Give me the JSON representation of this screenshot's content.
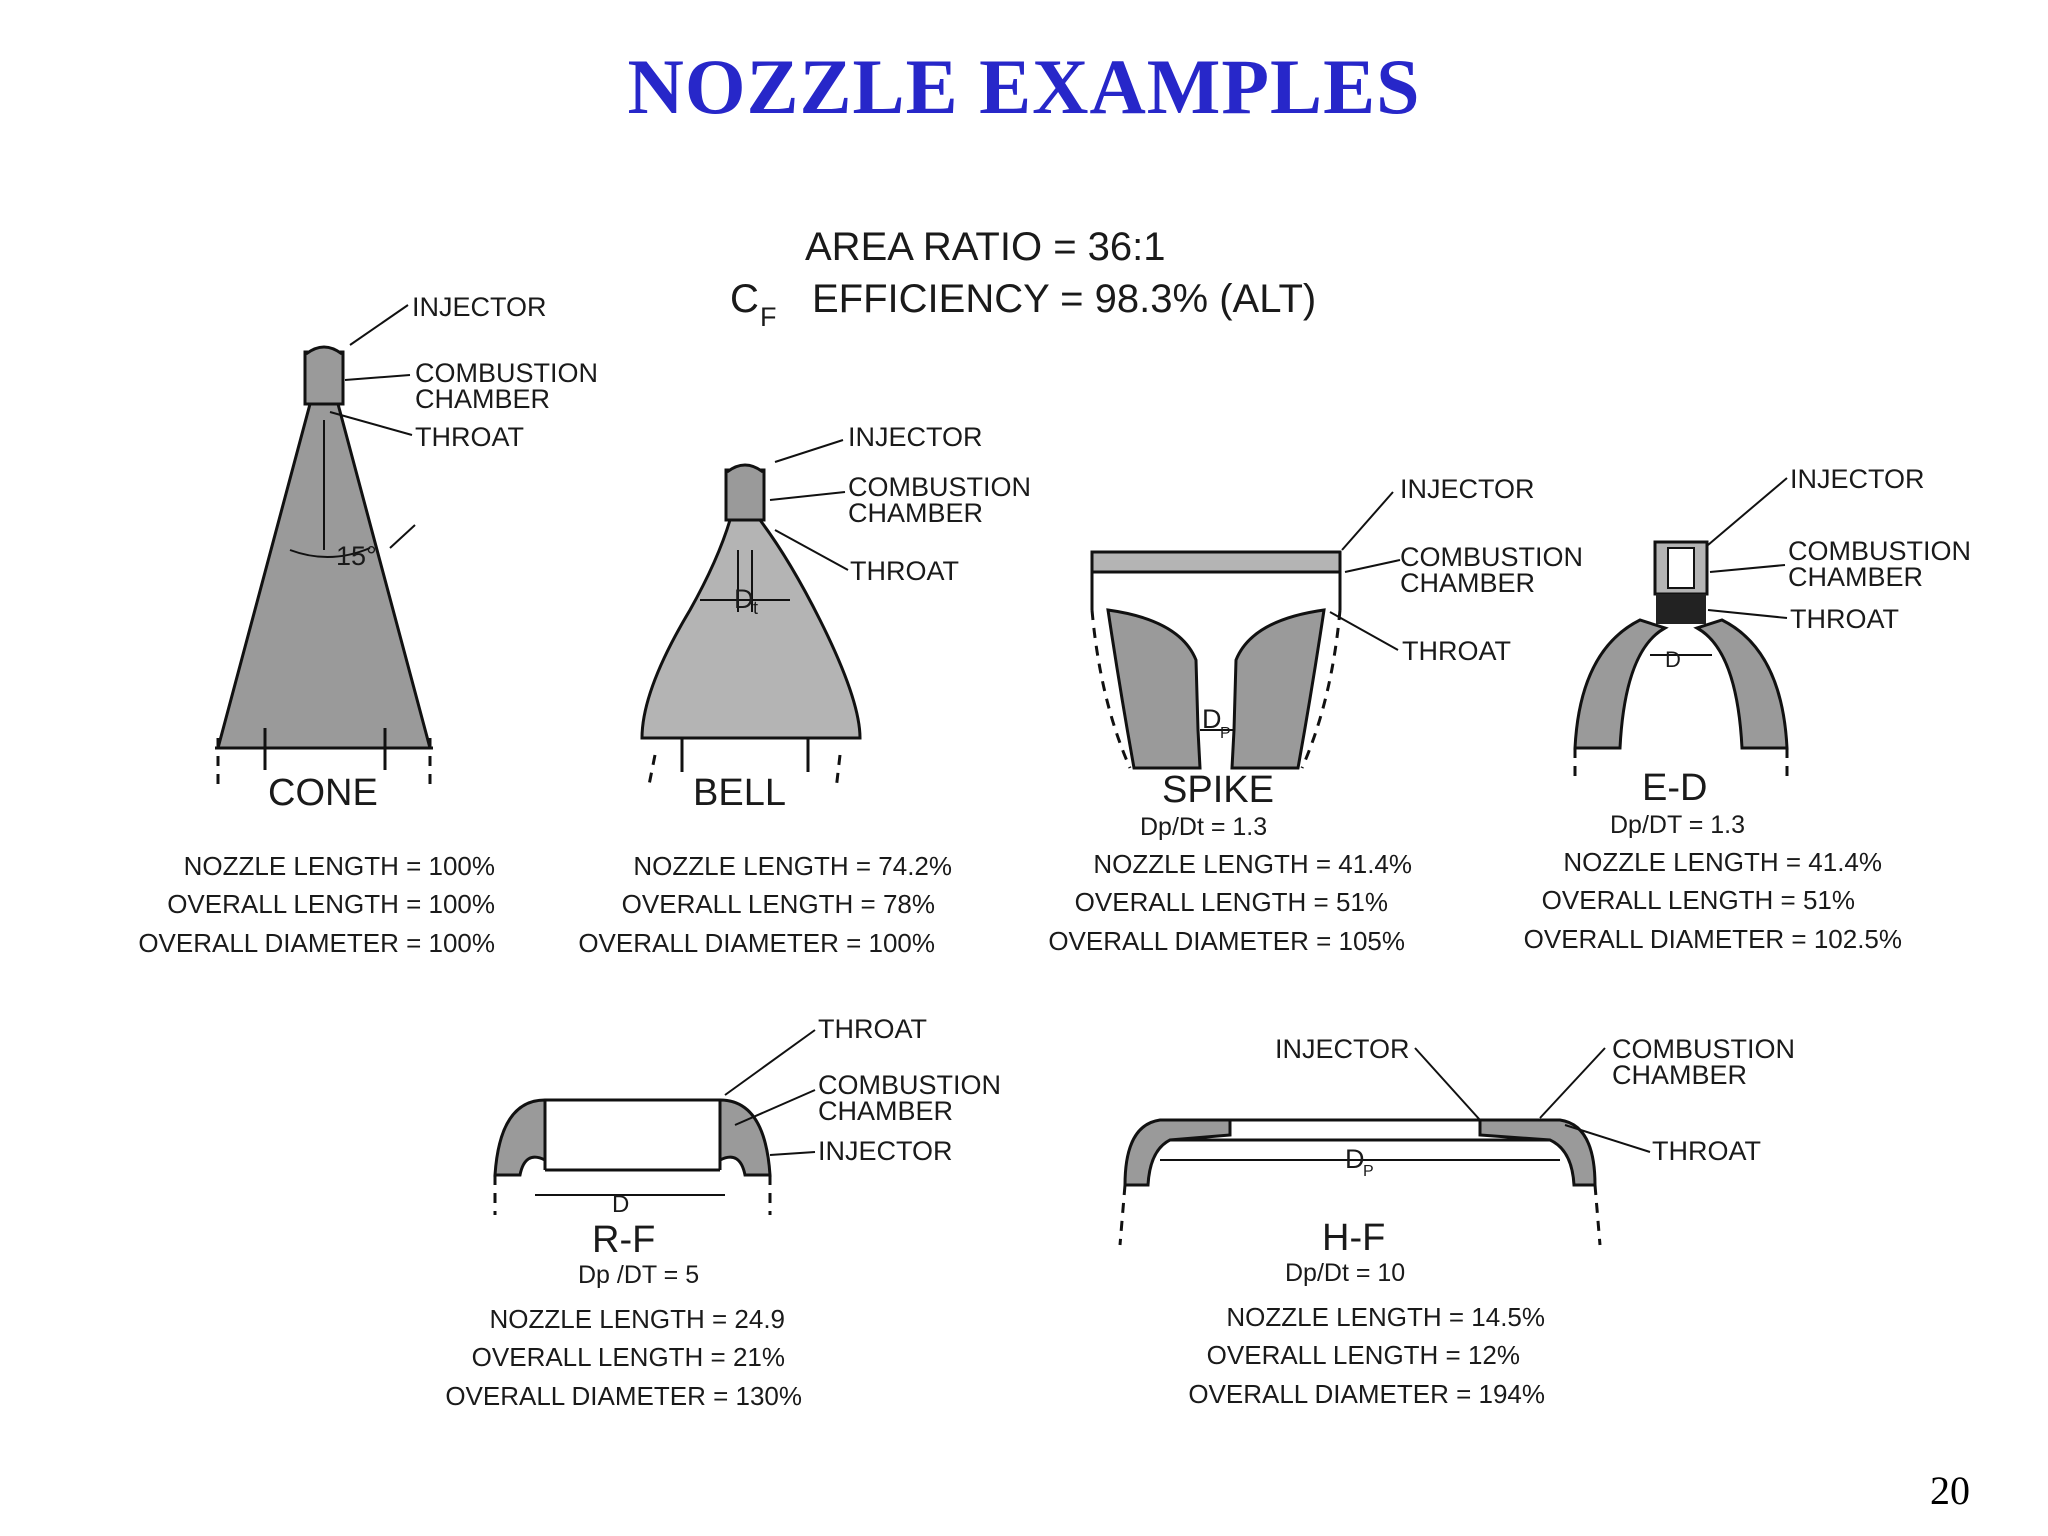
{
  "title": "NOZZLE EXAMPLES",
  "page_number": "20",
  "header": {
    "area_ratio": "AREA RATIO = 36:1",
    "cf_symbol": "C",
    "cf_subscript": "F",
    "efficiency": "EFFICIENCY = 98.3% (ALT)"
  },
  "labels": {
    "injector": "INJECTOR",
    "combustion_1": "COMBUSTION",
    "combustion_2": "CHAMBER",
    "throat": "THROAT",
    "dt": "D",
    "dt_sub": "t",
    "dp": "D",
    "dp_sub": "P",
    "angle": "15°"
  },
  "nozzles": [
    {
      "name": "CONE",
      "ratio": "",
      "nozzle_length": "NOZZLE  LENGTH = 100%",
      "overall_length": "OVERALL  LENGTH = 100%",
      "overall_diameter": "OVERALL  DIAMETER = 100%"
    },
    {
      "name": "BELL",
      "ratio": "",
      "nozzle_length": "NOZZLE  LENGTH = 74.2%",
      "overall_length": "OVERALL  LENGTH = 78%",
      "overall_diameter": "OVERALL  DIAMETER = 100%"
    },
    {
      "name": "SPIKE",
      "ratio": "Dp/Dt = 1.3",
      "nozzle_length": "NOZZLE  LENGTH = 41.4%",
      "overall_length": "OVERALL  LENGTH = 51%",
      "overall_diameter": "OVERALL  DIAMETER = 105%"
    },
    {
      "name": "E-D",
      "ratio": "Dp/DT = 1.3",
      "nozzle_length": "NOZZLE  LENGTH = 41.4%",
      "overall_length": "OVERALL  LENGTH = 51%",
      "overall_diameter": "OVERALL  DIAMETER = 102.5%"
    },
    {
      "name": "R-F",
      "ratio": "Dp /DT = 5",
      "nozzle_length": "NOZZLE  LENGTH = 24.9",
      "overall_length": "OVERALL  LENGTH = 21%",
      "overall_diameter": "OVERALL  DIAMETER = 130%"
    },
    {
      "name": "H-F",
      "ratio": "Dp/Dt = 10",
      "nozzle_length": "NOZZLE  LENGTH = 14.5%",
      "overall_length": "OVERALL  LENGTH = 12%",
      "overall_diameter": "OVERALL  DIAMETER = 194%"
    }
  ]
}
